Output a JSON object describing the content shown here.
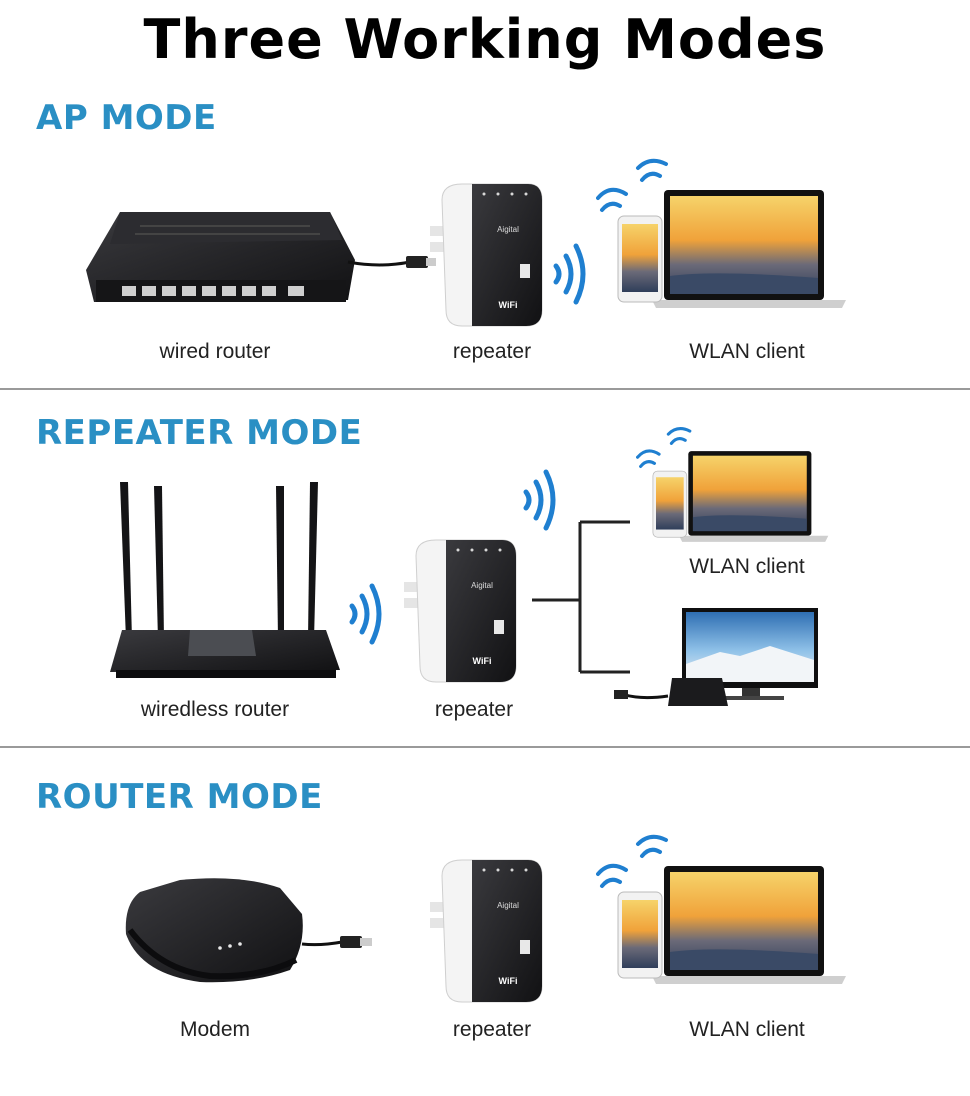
{
  "title": "Three Working Modes",
  "colors": {
    "heading_blue": "#2a8fc4",
    "device_black": "#1b1b1d",
    "wave_blue": "#1f7fd0",
    "divider": "#9a9a9a"
  },
  "repeater_label": {
    "brand": "Aigital",
    "logo": "WiFi"
  },
  "sections": [
    {
      "heading": "AP MODE",
      "devices": [
        {
          "label": "wired router",
          "icon": "wired-router-icon"
        },
        {
          "label": "repeater",
          "icon": "repeater-icon"
        },
        {
          "label": "WLAN client",
          "icon": "laptop-phone-icon"
        }
      ]
    },
    {
      "heading": "REPEATER MODE",
      "devices": [
        {
          "label": "wiredless router",
          "icon": "wireless-router-icon"
        },
        {
          "label": "repeater",
          "icon": "repeater-icon"
        },
        {
          "label": "WLAN client",
          "icon": "laptop-phone-icon"
        },
        {
          "label": "",
          "icon": "tv-icon"
        }
      ]
    },
    {
      "heading": "ROUTER MODE",
      "devices": [
        {
          "label": "Modem",
          "icon": "modem-icon"
        },
        {
          "label": "repeater",
          "icon": "repeater-icon"
        },
        {
          "label": "WLAN client",
          "icon": "laptop-phone-icon"
        }
      ]
    }
  ]
}
